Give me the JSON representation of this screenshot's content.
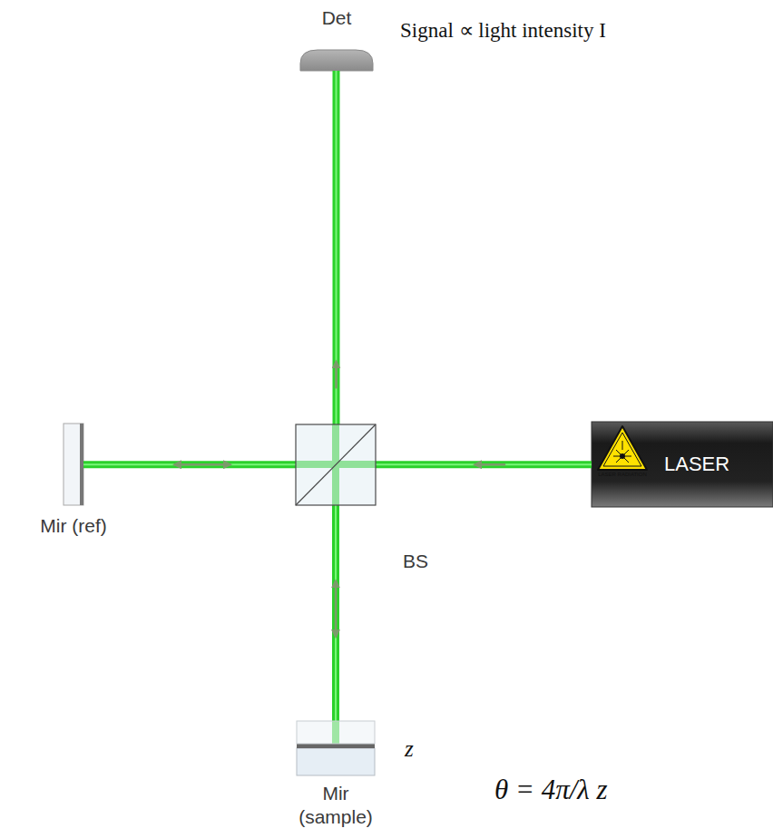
{
  "diagram": {
    "nodes": [
      {
        "text": [
          "Det"
        ]
      },
      {
        "text": [
          "Mir (ref)"
        ]
      },
      {
        "text": [
          "BS"
        ]
      },
      {
        "text": [
          "LASER"
        ]
      },
      {
        "text": [
          "Mir (sample)"
        ]
      }
    ],
    "edges": [
      {
        "from": 3,
        "to": 2,
        "arrow": "to"
      },
      {
        "from": 2,
        "to": 1,
        "arrow": "both"
      },
      {
        "from": 2,
        "to": 4,
        "arrow": "both"
      },
      {
        "from": 2,
        "to": 0,
        "arrow": "to"
      }
    ],
    "labels": [
      "Signal ∝ light intensity I",
      "z",
      "θ = 4π/λ z",
      "LASER RADIATION"
    ]
  }
}
